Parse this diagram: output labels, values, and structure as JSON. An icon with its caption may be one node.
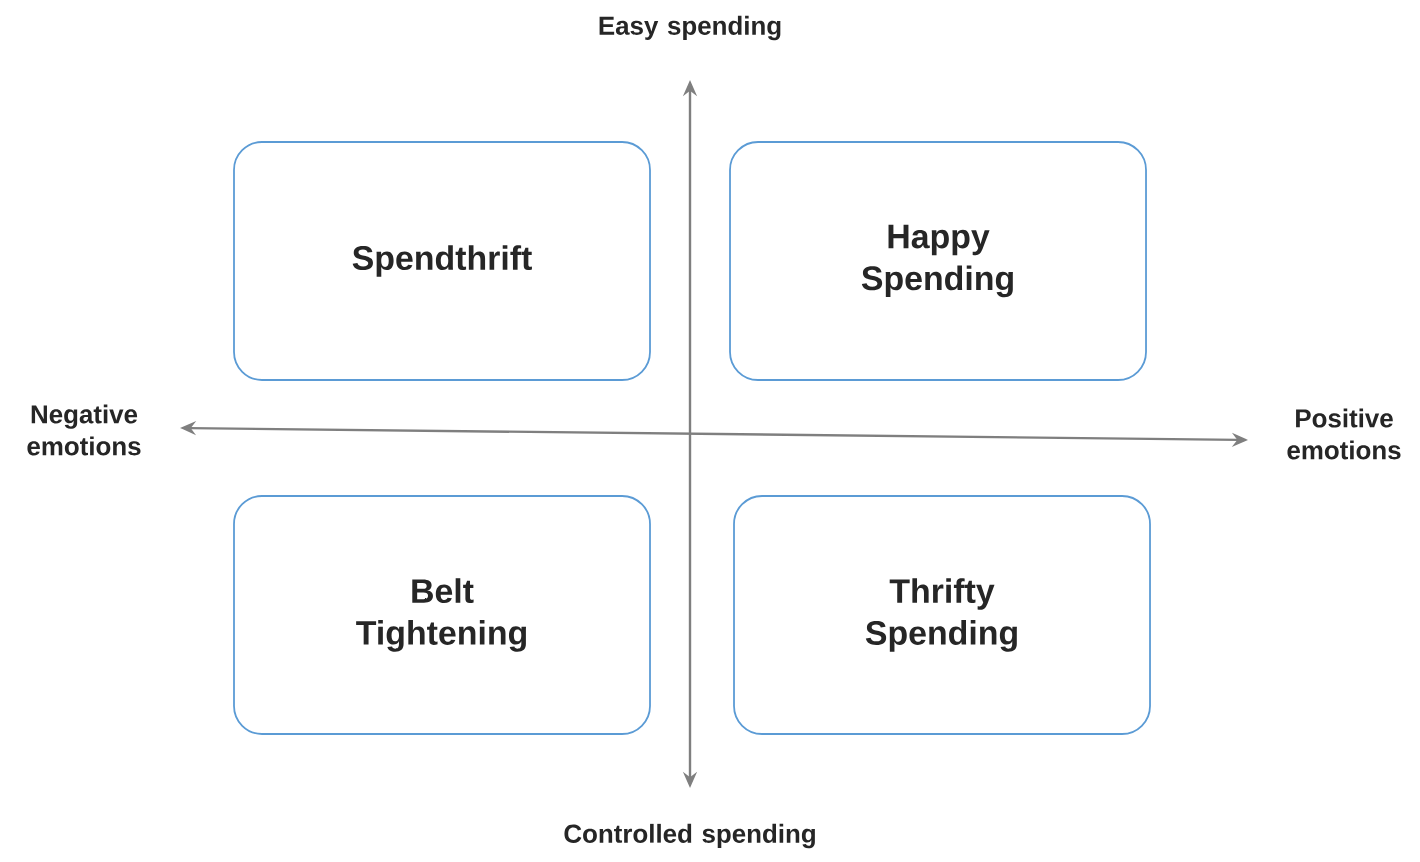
{
  "diagram": {
    "nodes": [
      {
        "text": [
          "Spendthrift"
        ]
      },
      {
        "text": [
          "Happy Spending"
        ]
      },
      {
        "text": [
          "Belt Tightening"
        ]
      },
      {
        "text": [
          "Thrifty Spending"
        ]
      }
    ],
    "labels": [
      "Easy spending",
      "Negative emotions",
      "Positive emotions",
      "Controlled spending"
    ]
  }
}
